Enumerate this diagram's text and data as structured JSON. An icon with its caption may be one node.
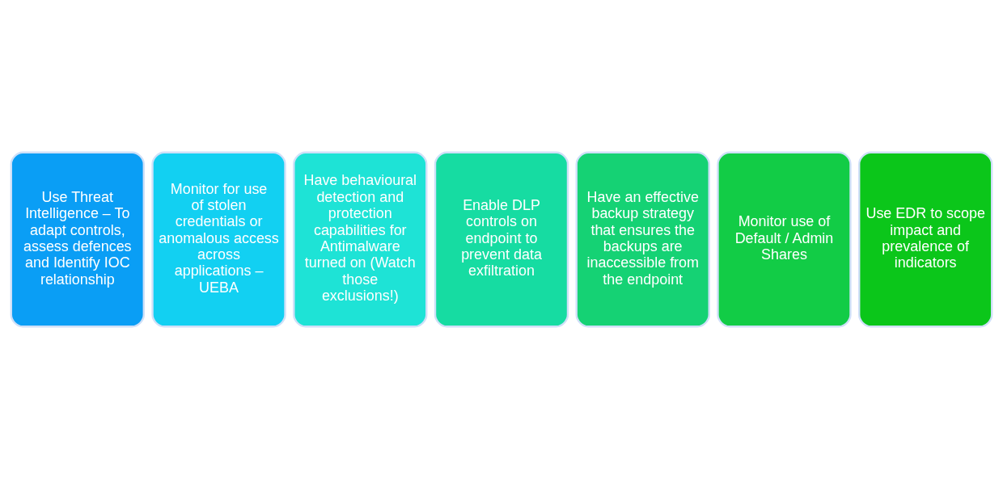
{
  "diagram": {
    "nodes": [
      {
        "text": [
          "Use Threat Intelligence – To adapt controls, assess defences and Identify IOC relationship"
        ]
      },
      {
        "text": [
          "Monitor for use of stolen credentials or anomalous access across applications – UEBA"
        ]
      },
      {
        "text": [
          "Have behavioural detection and protection capabilities for Antimalware turned on (Watch those exclusions!)"
        ]
      },
      {
        "text": [
          "Enable DLP controls on endpoint to prevent data exfiltration"
        ]
      },
      {
        "text": [
          "Have an effective backup strategy that ensures the backups are inaccessible from the endpoint"
        ]
      },
      {
        "text": [
          "Monitor use of Default / Admin Shares"
        ]
      },
      {
        "text": [
          "Use EDR to scope impact and prevalence of indicators"
        ]
      }
    ]
  }
}
